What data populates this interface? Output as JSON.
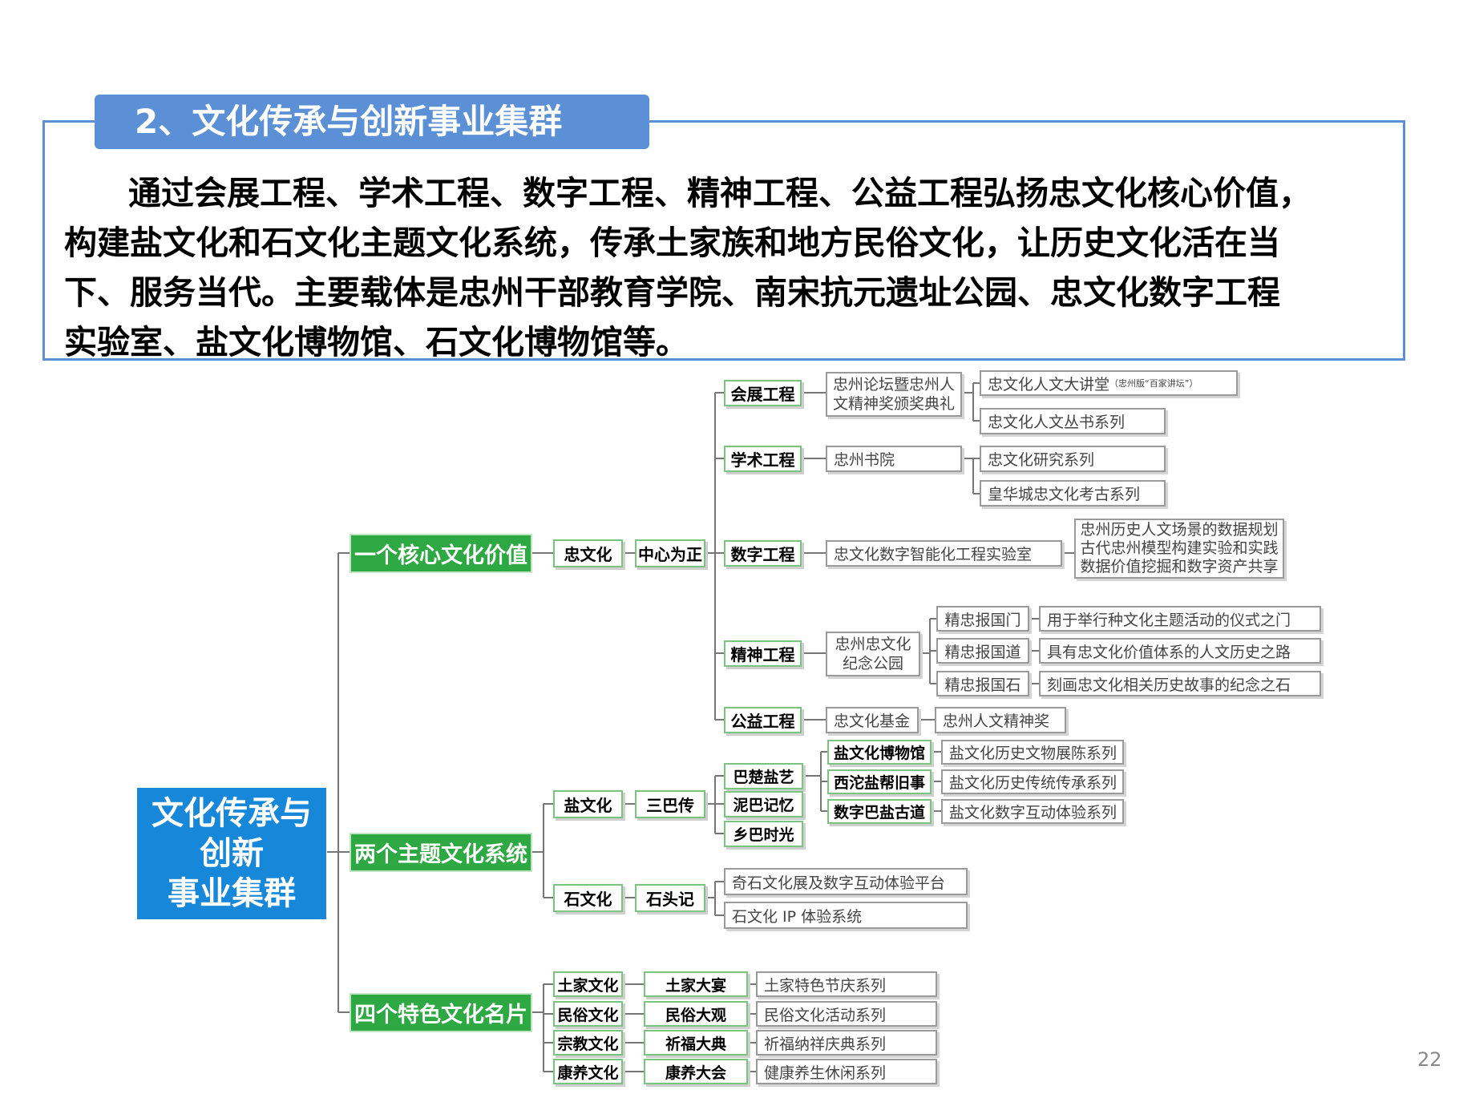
{
  "header": {
    "title": "2、文化传承与创新事业集群",
    "intro_lines": [
      "通过会展工程、学术工程、数字工程、精神工程、公益工程弘扬忠文化核心价值，",
      "构建盐文化和石文化主题文化系统，传承土家族和地方民俗文化，让历史文化活在当",
      "下、服务当代。主要载体是忠州干部教育学院、南宋抗元遗址公园、忠文化数字工程",
      "实验室、盐文化博物馆、石文化博物馆等。"
    ]
  },
  "page_number": "22",
  "tree": {
    "root": [
      "文化传承与",
      "创新",
      "事业集群"
    ],
    "core": {
      "label": "一个核心文化价值",
      "n1": "忠文化",
      "n2": "中心为正",
      "projects": {
        "huizhan": {
          "label": "会展工程",
          "item": [
            "忠州论坛暨忠州人",
            "文精神奖颁奖典礼"
          ],
          "leaf1_main": "忠文化人文大讲堂",
          "leaf1_note": "（忠州版“百家讲坛”）",
          "leaf2": "忠文化人文丛书系列"
        },
        "xueshu": {
          "label": "学术工程",
          "item": "忠州书院",
          "leaf1": "忠文化研究系列",
          "leaf2": "皇华城忠文化考古系列"
        },
        "shuzi": {
          "label": "数字工程",
          "item": "忠文化数字智能化工程实验室",
          "leaf": [
            "忠州历史人文场景的数据规划",
            "古代忠州模型构建实验和实践",
            "数据价值挖掘和数字资产共享"
          ]
        },
        "jingshen": {
          "label": "精神工程",
          "item": [
            "忠州忠文化",
            "纪念公园"
          ],
          "subs": [
            {
              "name": "精忠报国门",
              "desc": "用于举行种文化主题活动的仪式之门"
            },
            {
              "name": "精忠报国道",
              "desc": "具有忠文化价值体系的人文历史之路"
            },
            {
              "name": "精忠报国石",
              "desc": "刻画忠文化相关历史故事的纪念之石"
            }
          ]
        },
        "gongyi": {
          "label": "公益工程",
          "item": "忠文化基金",
          "leaf": "忠州人文精神奖"
        }
      }
    },
    "themes": {
      "label": "两个主题文化系统",
      "salt": {
        "label": "盐文化",
        "sub": "三巴传",
        "ba": [
          "巴楚盐艺",
          "泥巴记忆",
          "乡巴时光"
        ],
        "items": [
          {
            "name": "盐文化博物馆",
            "desc": "盐文化历史文物展陈系列"
          },
          {
            "name": "西沱盐帮旧事",
            "desc": "盐文化历史传统传承系列"
          },
          {
            "name": "数字巴盐古道",
            "desc": "盐文化数字互动体验系列"
          }
        ]
      },
      "stone": {
        "label": "石文化",
        "sub": "石头记",
        "leaves": [
          "奇石文化展及数字互动体验平台",
          "石文化 IP 体验系统"
        ]
      }
    },
    "cards": {
      "label": "四个特色文化名片",
      "rows": [
        {
          "culture": "土家文化",
          "event": "土家大宴",
          "series": "土家特色节庆系列"
        },
        {
          "culture": "民俗文化",
          "event": "民俗大观",
          "series": "民俗文化活动系列"
        },
        {
          "culture": "宗教文化",
          "event": "祈福大典",
          "series": "祈福纳祥庆典系列"
        },
        {
          "culture": "康养文化",
          "event": "康养大会",
          "series": "健康养生休闲系列"
        }
      ]
    }
  }
}
